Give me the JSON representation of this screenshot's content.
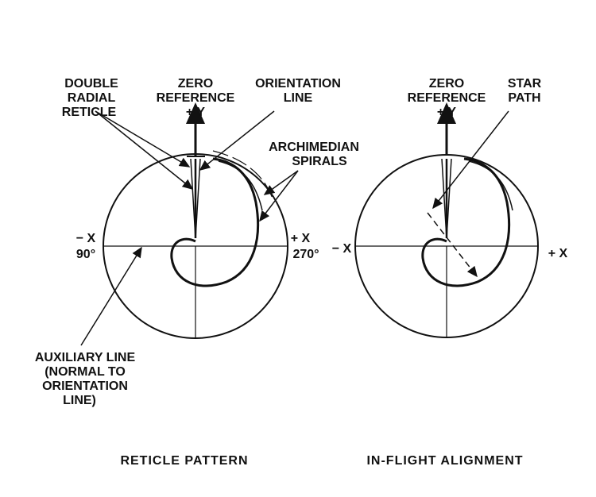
{
  "left": {
    "double_radial": [
      "DOUBLE",
      "RADIAL",
      "RETICLE"
    ],
    "zero_ref": [
      "ZERO",
      "REFERENCE",
      "+ Y"
    ],
    "orientation": [
      "ORIENTATION",
      "LINE"
    ],
    "spirals": [
      "ARCHIMEDIAN",
      "SPIRALS"
    ],
    "minus_x": [
      "− X",
      "90°"
    ],
    "plus_x": [
      "+ X",
      "270°"
    ],
    "auxiliary": [
      "AUXILIARY LINE",
      "(NORMAL TO",
      "ORIENTATION",
      "LINE)"
    ],
    "caption": "RETICLE PATTERN"
  },
  "right": {
    "zero_ref": [
      "ZERO",
      "REFERENCE",
      "+ Y"
    ],
    "star_path": [
      "STAR",
      "PATH"
    ],
    "minus_x": "− X",
    "plus_x": "+ X",
    "caption": "IN-FLIGHT ALIGNMENT"
  }
}
